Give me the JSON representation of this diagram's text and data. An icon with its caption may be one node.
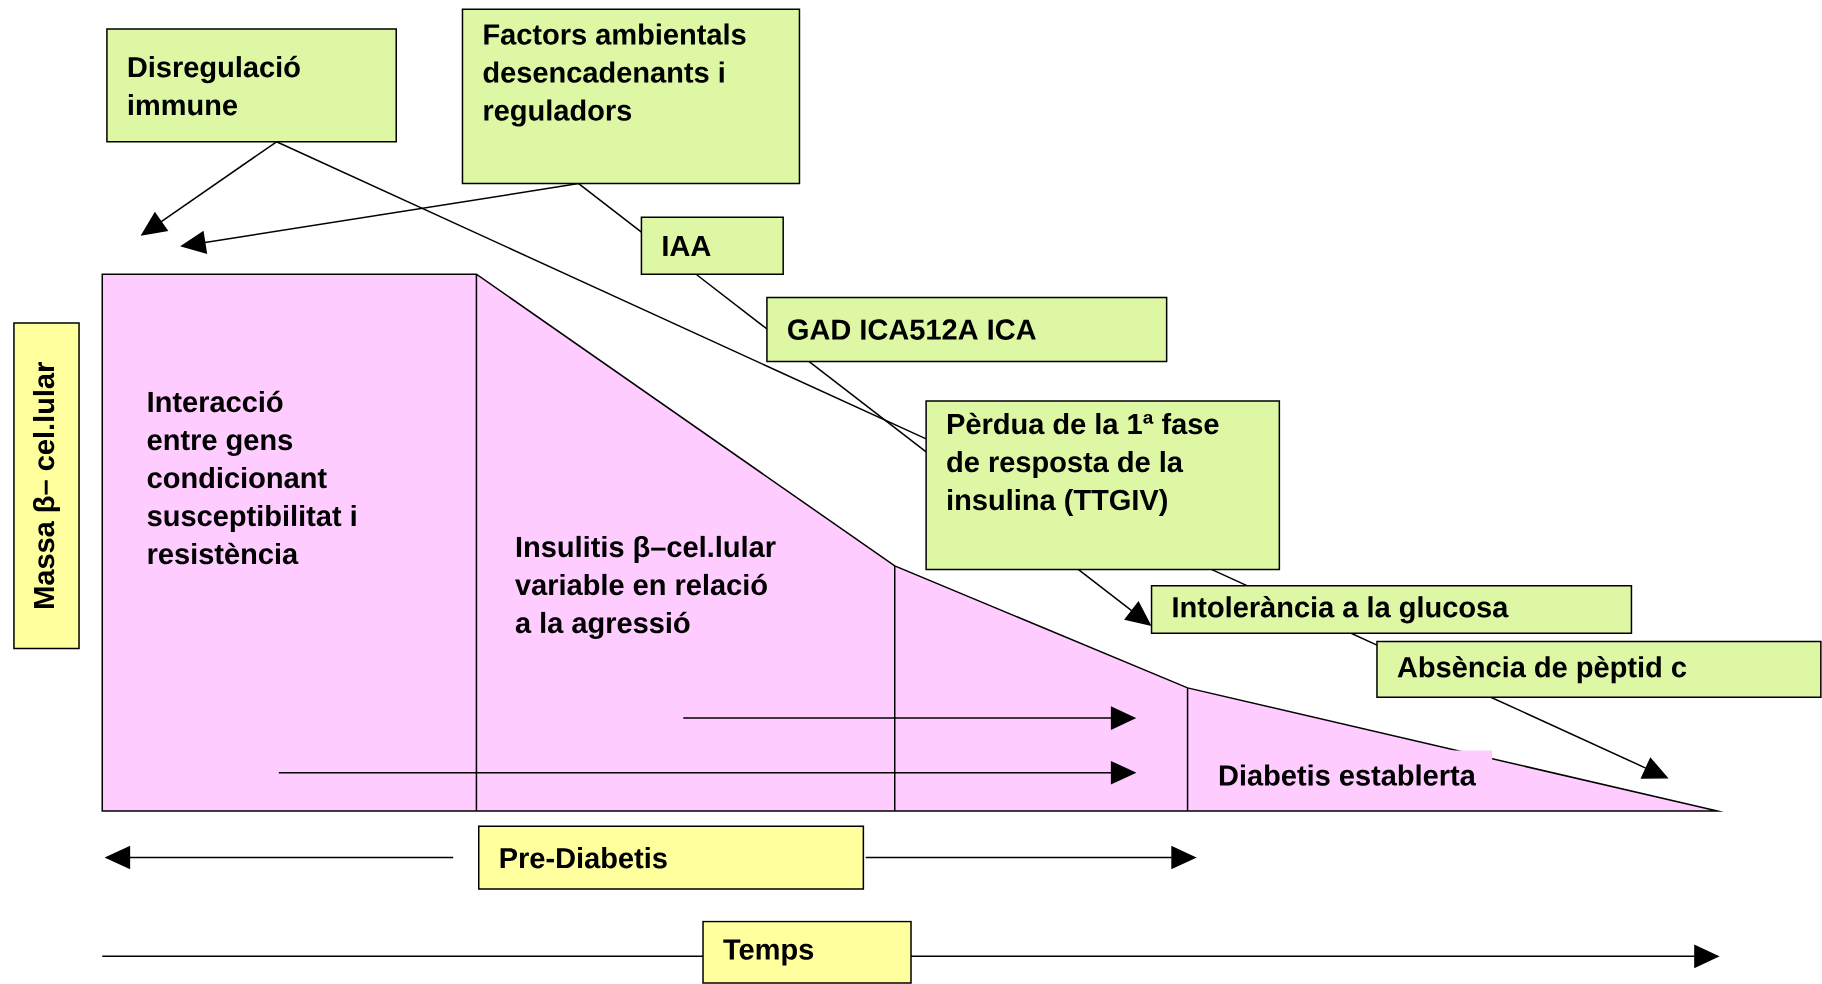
{
  "diagram": {
    "nodes": [
      {
        "text": [
          "Disregulació immune"
        ]
      },
      {
        "text": [
          "Factors ambientals desencadenants i reguladors"
        ]
      },
      {
        "text": [
          "IAA"
        ]
      },
      {
        "text": [
          "GAD ICA512A ICA"
        ]
      },
      {
        "text": [
          "Pèrdua de la 1ª fase de resposta de la insulina (TTGIV)"
        ]
      },
      {
        "text": [
          "Intolerància a la glucosa"
        ]
      },
      {
        "text": [
          "Absència de pèptid c"
        ]
      },
      {
        "text": [
          "Massa β– cel.lular"
        ]
      },
      {
        "text": [
          "Pre-Diabetis"
        ]
      },
      {
        "text": [
          "Temps"
        ]
      }
    ],
    "edges": [
      {
        "from": 0,
        "to": null,
        "arrow": "to"
      },
      {
        "from": 0,
        "to": 4,
        "arrow": "none"
      },
      {
        "from": 4,
        "to": 5,
        "arrow": "none"
      },
      {
        "from": 5,
        "to": 6,
        "arrow": "none"
      },
      {
        "from": 6,
        "to": null,
        "arrow": "to"
      },
      {
        "from": 1,
        "to": null,
        "arrow": "to"
      },
      {
        "from": 1,
        "to": 2,
        "arrow": "none"
      },
      {
        "from": 2,
        "to": 3,
        "arrow": "none"
      },
      {
        "from": 3,
        "to": 4,
        "arrow": "none"
      },
      {
        "from": 4,
        "to": 5,
        "arrow": "to"
      }
    ],
    "labels": [
      "Interacció entre gens condicionant susceptibilitat i resistència",
      "Insulitis β–cel.lular variable en relació a la agressió",
      "Diabetis establerta"
    ]
  }
}
